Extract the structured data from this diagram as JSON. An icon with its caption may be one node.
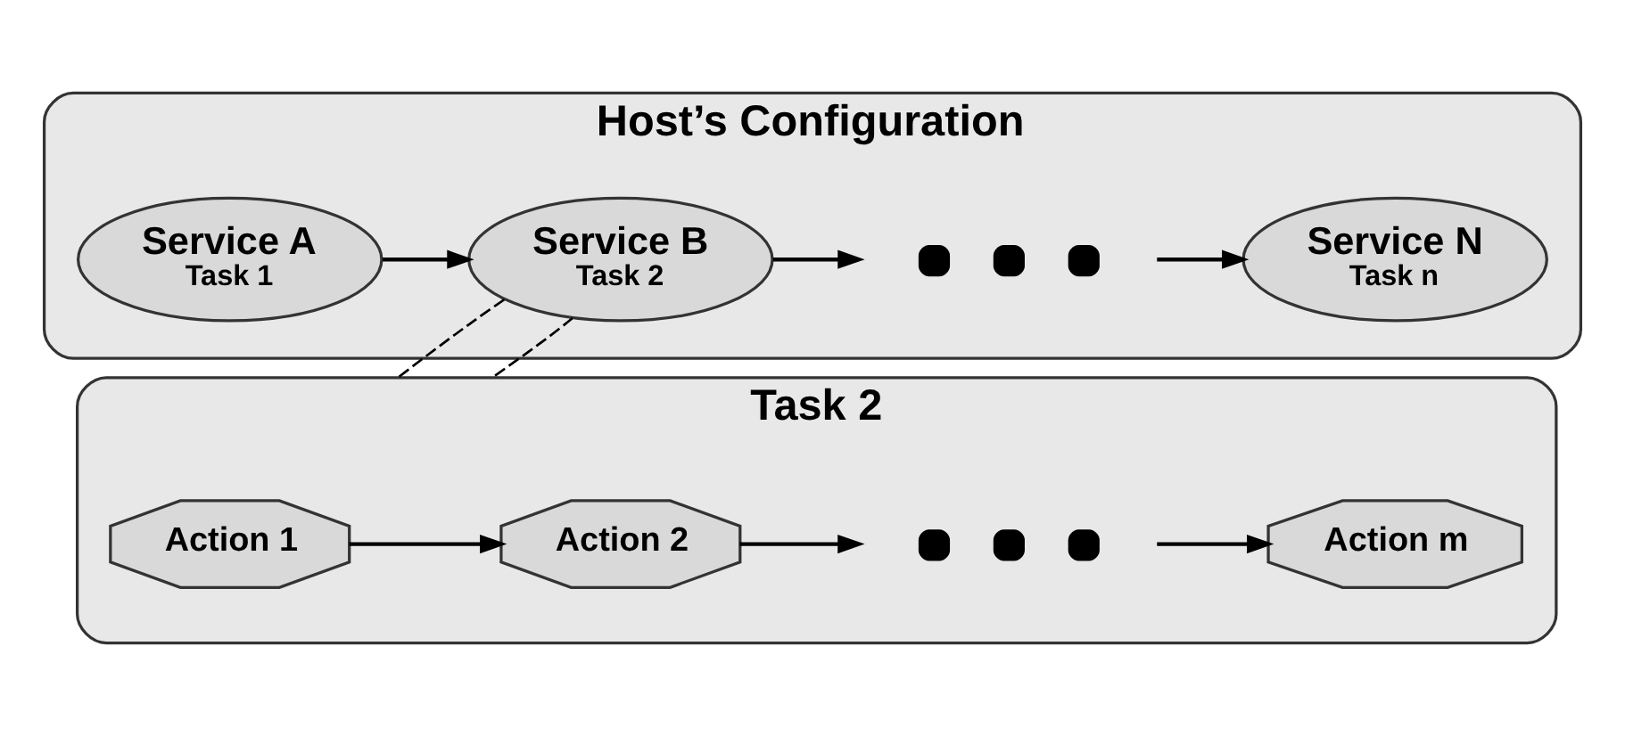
{
  "diagram": {
    "nodes": [
      {
        "text": [
          "Host’s Configuration"
        ]
      },
      {
        "text": [
          "Service A",
          "Task 1"
        ],
        "in": 0
      },
      {
        "text": [
          "Service B",
          "Task 2"
        ],
        "in": 0
      },
      {
        "text": [],
        "shape": "dots",
        "in": 0
      },
      {
        "text": [
          "Service N",
          "Task n"
        ],
        "in": 0
      },
      {
        "text": [
          "Task 2"
        ]
      },
      {
        "text": [
          "Action 1"
        ],
        "in": 5
      },
      {
        "text": [
          "Action 2"
        ],
        "in": 5
      },
      {
        "text": [],
        "shape": "dots",
        "in": 5
      },
      {
        "text": [
          "Action m"
        ],
        "in": 5
      }
    ],
    "edges": [
      {
        "from": 1,
        "to": 2,
        "arrow": "to"
      },
      {
        "from": 2,
        "to": 3,
        "arrow": "to"
      },
      {
        "from": 3,
        "to": 4,
        "arrow": "to"
      },
      {
        "from": 6,
        "to": 7,
        "arrow": "to"
      },
      {
        "from": 7,
        "to": 8,
        "arrow": "to"
      },
      {
        "from": 8,
        "to": 9,
        "arrow": "to"
      },
      {
        "from": 2,
        "to": 5,
        "arrow": "none",
        "style": "dashed"
      },
      {
        "from": 2,
        "to": 5,
        "arrow": "none",
        "style": "dashed"
      }
    ]
  }
}
